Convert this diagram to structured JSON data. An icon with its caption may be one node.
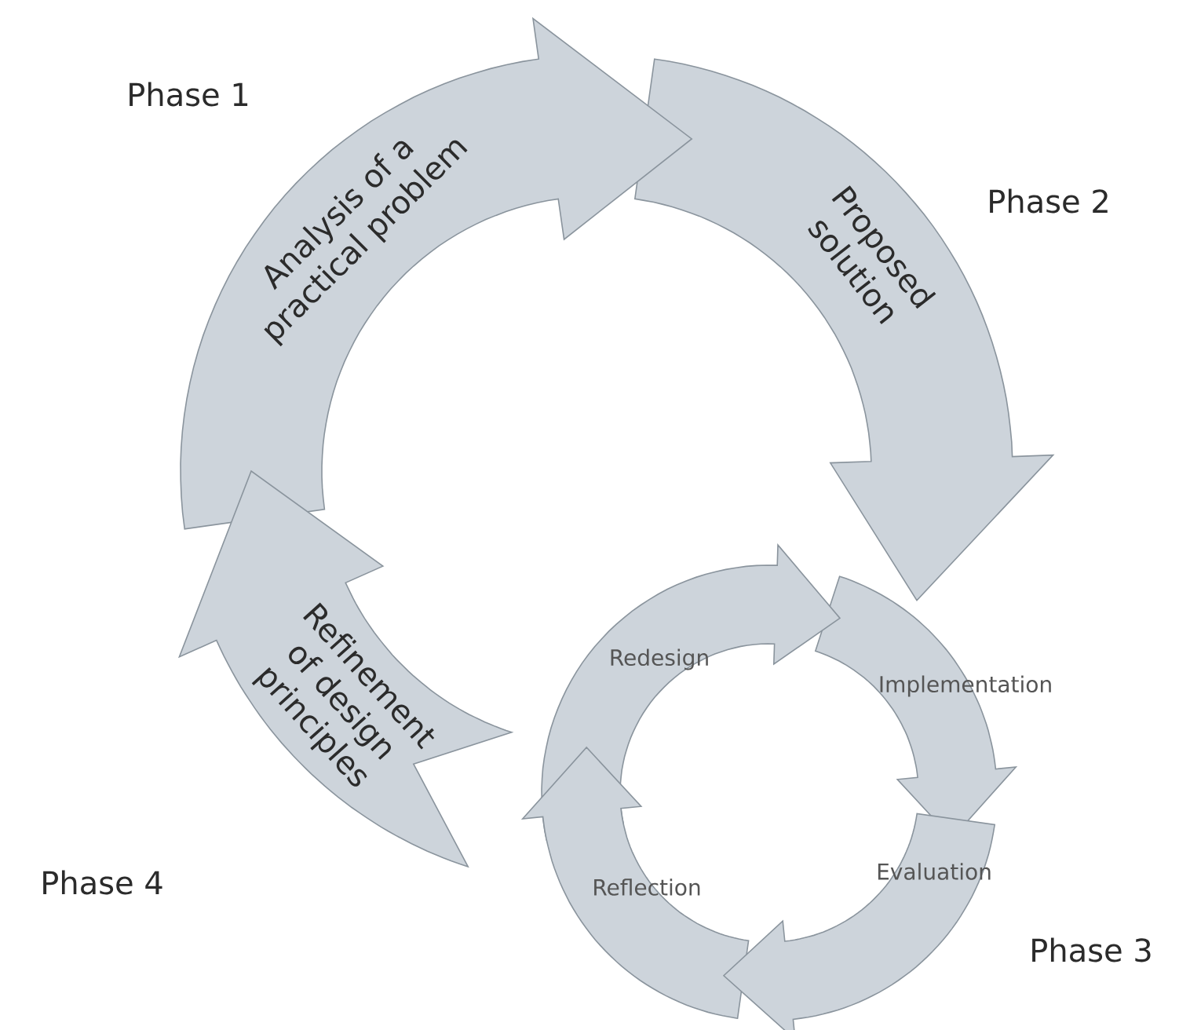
{
  "diagram": {
    "nodes": [
      {
        "text": [
          "Analysis of a practical problem"
        ],
        "beside": [
          "Phase 1"
        ]
      },
      {
        "text": [
          "Proposed solution"
        ],
        "beside": [
          "Phase 2"
        ]
      },
      {
        "text": [
          "Redesign"
        ]
      },
      {
        "text": [
          "Implementation"
        ]
      },
      {
        "text": [
          "Refinement of design principles"
        ],
        "beside": [
          "Phase 4"
        ]
      },
      {
        "text": [
          "Reflection"
        ]
      },
      {
        "text": [
          "Evaluation"
        ]
      }
    ],
    "labels": [
      "Phase 3"
    ]
  }
}
